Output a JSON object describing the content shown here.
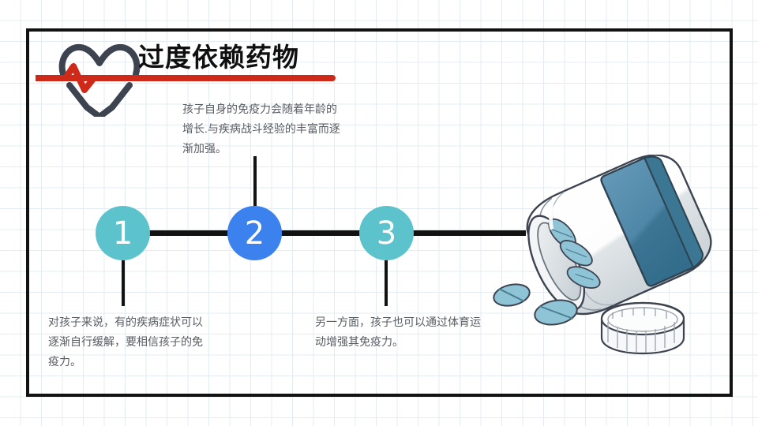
{
  "slide": {
    "title": "过度依赖药物",
    "icon": "heartbeat-icon",
    "accent_red": "#cf2a19",
    "frame_color": "#121212",
    "background": "grid-paper"
  },
  "timeline": {
    "bar_color": "#121212",
    "nodes": [
      {
        "number": "1",
        "color": "#5cc3cd"
      },
      {
        "number": "2",
        "color": "#3b82ef"
      },
      {
        "number": "3",
        "color": "#5cc3cd"
      }
    ]
  },
  "captions": {
    "one": "对孩子来说，有的疾病症状可以逐渐自行缓解，要相信孩子的免疫力。",
    "two": "孩子自身的免疫力会随着年龄的增长.与疾病战斗经验的丰富而逐渐加强。",
    "three": "另一方面，孩子也可以通过体育运动增强其免疫力。"
  },
  "illustration": {
    "name": "pill-bottle-illustration",
    "bottle_color": "#ffffff",
    "label_color": "#4f87a8",
    "pill_color": "#8fc4d6",
    "outline_color": "#3d4450"
  }
}
